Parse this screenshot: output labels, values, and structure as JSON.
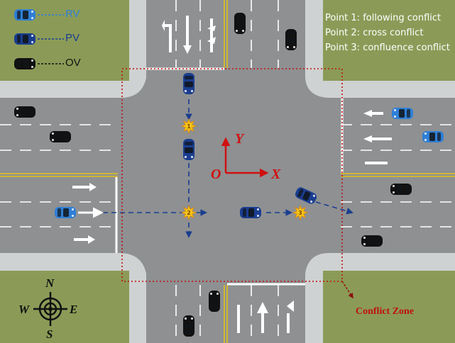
{
  "legend": {
    "rv": {
      "label": "RV",
      "color": "#2f7fd6"
    },
    "pv": {
      "label": "PV",
      "color": "#1a3d8f"
    },
    "ov": {
      "label": "OV",
      "color": "#111111"
    }
  },
  "notes": [
    "Point 1: following conflict",
    "Point 2: cross conflict",
    "Point 3: confluence conflict"
  ],
  "axes": {
    "origin": "O",
    "x": "X",
    "y": "Y",
    "color": "#d01010"
  },
  "compass": {
    "n": "N",
    "s": "S",
    "e": "E",
    "w": "W"
  },
  "conflict_zone": {
    "label": "Conflict Zone",
    "color": "#c01010"
  },
  "conflict_points": [
    {
      "number": "1",
      "type": "following conflict"
    },
    {
      "number": "2",
      "type": "cross conflict"
    },
    {
      "number": "3",
      "type": "confluence conflict"
    }
  ],
  "colors": {
    "grass": "#8b9b57",
    "asphalt": "#8e9092",
    "sidewalk": "#cfd2d2",
    "yellow_line": "#e0c21a",
    "path": "#1a3d8f",
    "spark": "#f6c51c"
  }
}
